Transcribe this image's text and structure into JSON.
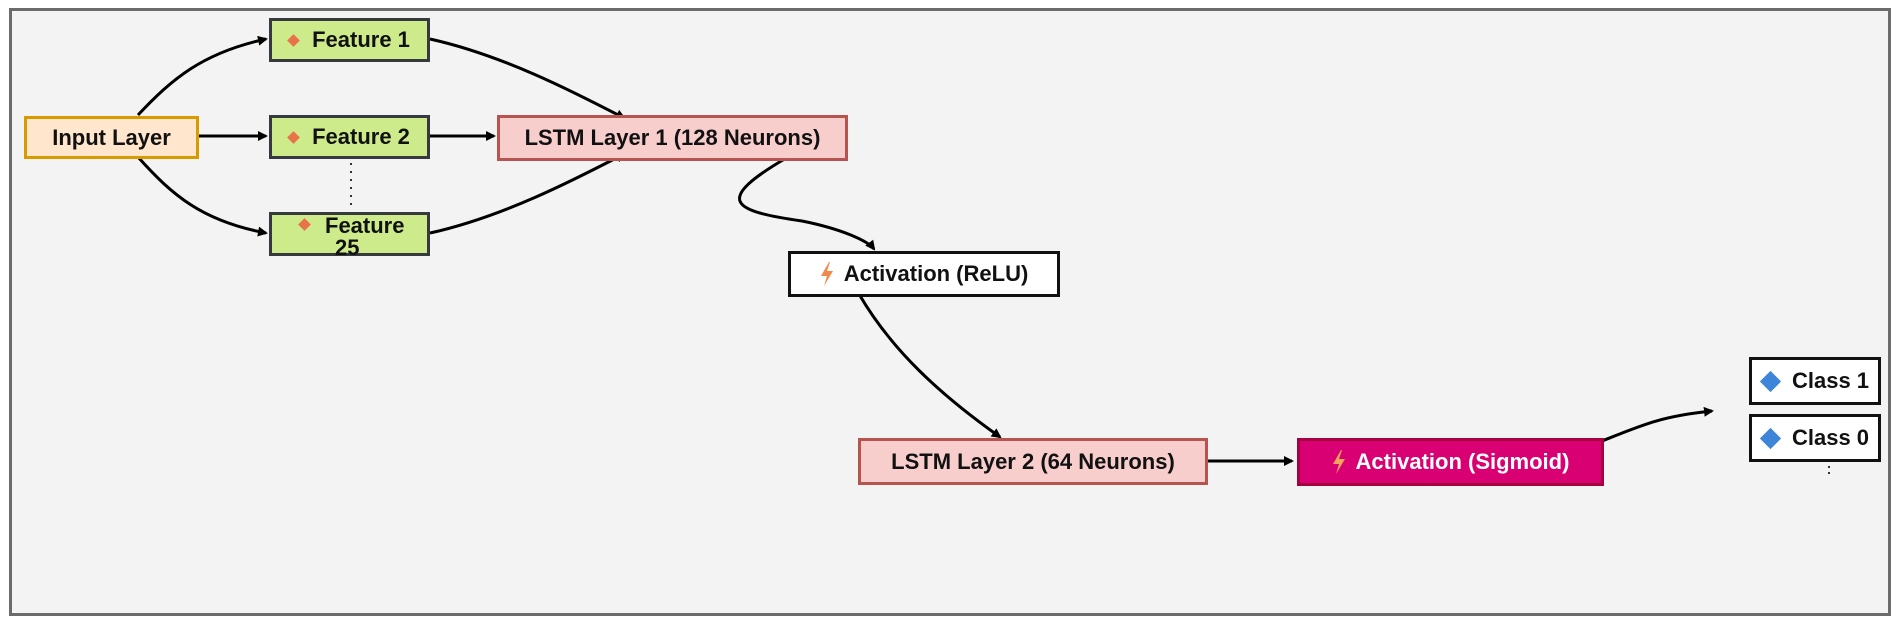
{
  "diagram": {
    "input_layer": "Input Layer",
    "features": [
      "Feature 1",
      "Feature 2",
      "Feature",
      "25"
    ],
    "lstm1": "LSTM Layer 1 (128 Neurons)",
    "activation_relu": "Activation (ReLU)",
    "lstm2": "LSTM Layer 2 (64 Neurons)",
    "activation_sigmoid": "Activation (Sigmoid)",
    "class1": "Class 1",
    "class0": "Class 0"
  },
  "colors": {
    "input_fill": "#ffe6cc",
    "input_border": "#d79b00",
    "feature_fill": "#cdeb8b",
    "lstm_fill": "#f8cecc",
    "lstm_border": "#b85450",
    "sigmoid_fill": "#d80073",
    "bullet": "#e8734a",
    "class_bullet": "#3d85d8"
  },
  "icons": {
    "feature_bullet": "diamond-icon",
    "activation": "lightning-bolt-icon",
    "class_bullet": "diamond-icon"
  }
}
